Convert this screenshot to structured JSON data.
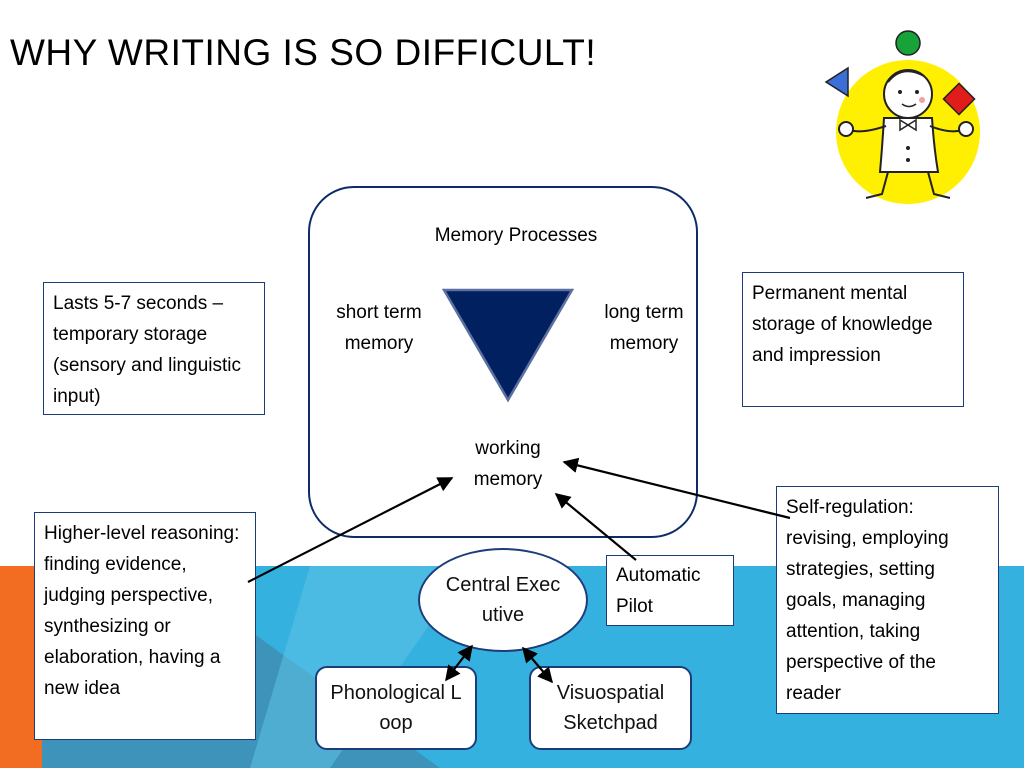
{
  "title": "Why writing is so difficult!",
  "memory_panel": {
    "heading": "Memory Processes",
    "short_term": "short term memory",
    "long_term": "long term memory",
    "working": "working memory"
  },
  "notes": {
    "short_term": "Lasts 5-7 seconds – temporary storage (sensory and linguistic input)",
    "long_term": "Permanent mental storage of knowledge and impression",
    "higher_level": "Higher-level reasoning: finding evidence, judging perspective, synthesizing or elaboration, having a new idea",
    "self_regulation": "Self-regulation: revising, employing strategies, setting goals, managing attention, taking perspective of the reader",
    "automatic_pilot": "Automatic Pilot"
  },
  "components": {
    "central_executive": "Central Executive",
    "phonological_loop": "Phonological Loop",
    "visuospatial_sketchpad": "Visuospatial Sketchpad"
  },
  "colors": {
    "triangle": "#002060",
    "frame_border": "#0e2a6b",
    "band_blue": "#35b1df",
    "band_orange": "#f26d21",
    "band_steel": "#3d93b9"
  },
  "icons": [
    "down-triangle-icon",
    "juggler-clipart-icon"
  ]
}
